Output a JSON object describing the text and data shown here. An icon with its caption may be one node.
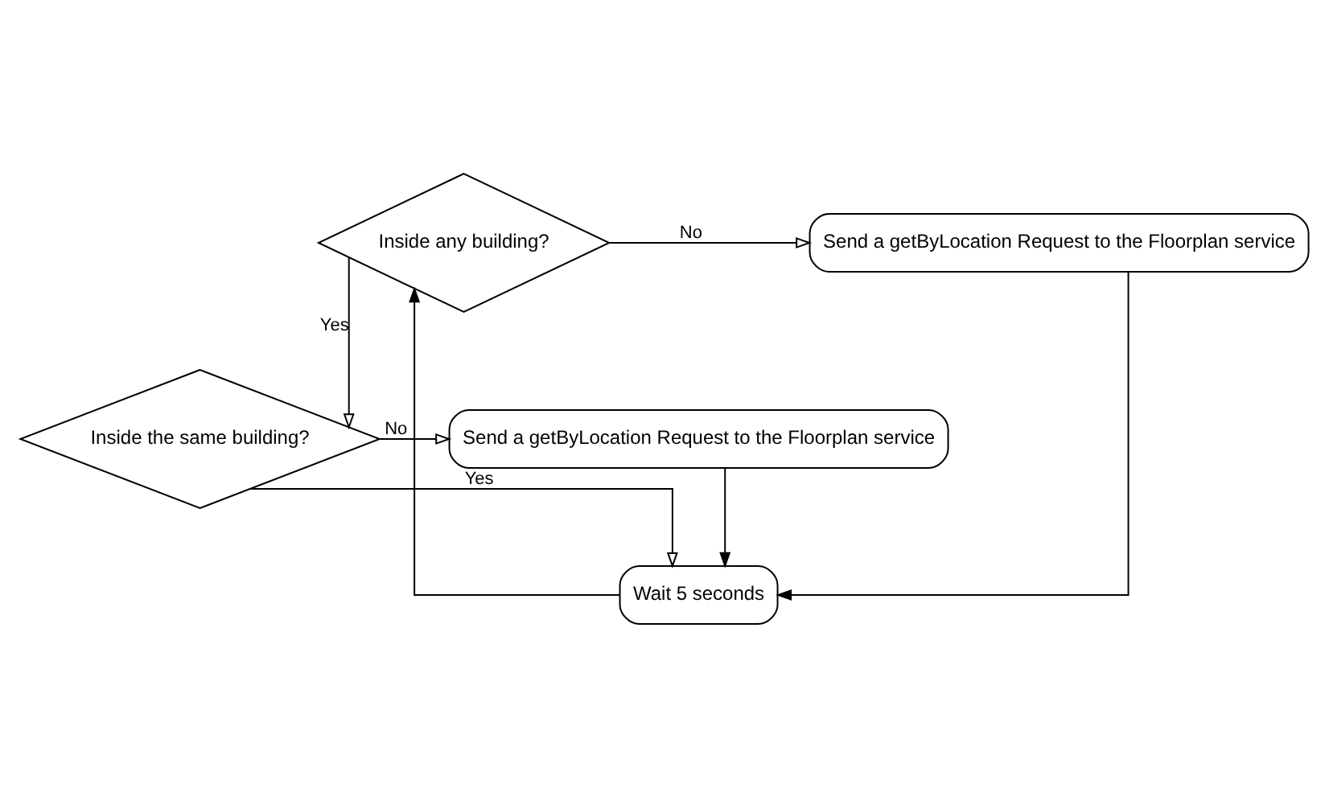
{
  "diagram": {
    "nodes": [
      {
        "text": [
          "Inside any building?"
        ]
      },
      {
        "text": [
          "Send a getByLocation Request to the Floorplan service"
        ]
      },
      {
        "text": [
          "Inside the same building?"
        ]
      },
      {
        "text": [
          "Send a getByLocation Request to the Floorplan service"
        ]
      },
      {
        "text": [
          "Wait 5 seconds"
        ]
      }
    ],
    "edges": [
      {
        "from": 0,
        "to": 1,
        "arrow": "to",
        "label": "No"
      },
      {
        "from": 0,
        "to": 2,
        "arrow": "to",
        "label": "Yes"
      },
      {
        "from": 2,
        "to": 3,
        "arrow": "to",
        "label": "No"
      },
      {
        "from": 2,
        "to": 4,
        "arrow": "to",
        "label": "Yes"
      },
      {
        "from": 1,
        "to": 4,
        "arrow": "to"
      },
      {
        "from": 3,
        "to": 4,
        "arrow": "to"
      },
      {
        "from": 4,
        "to": 0,
        "arrow": "to"
      }
    ]
  }
}
